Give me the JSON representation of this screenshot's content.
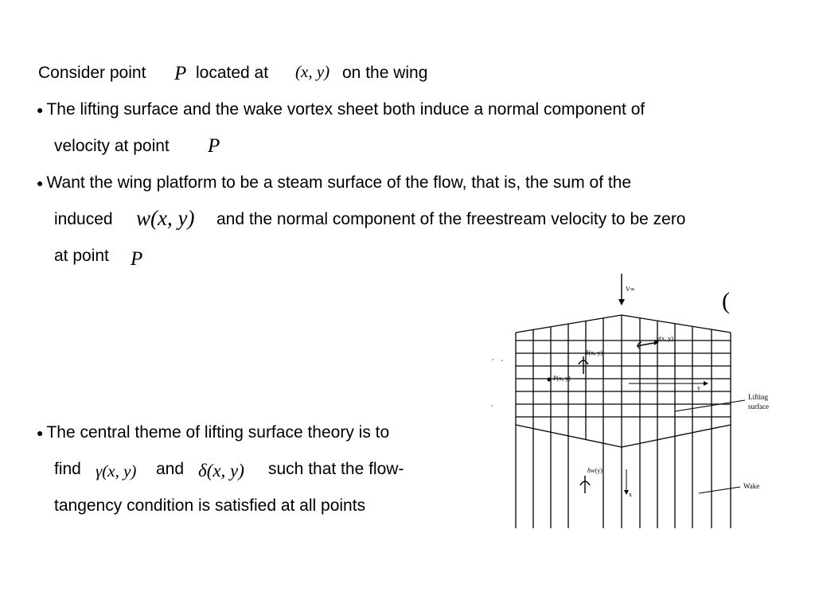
{
  "line1": {
    "pre": "Consider point",
    "P": "P",
    "mid": "located at",
    "xy": "(x, y)",
    "post": "on the wing"
  },
  "bullet1": {
    "line1": "The lifting surface and the wake vortex sheet  both induce a normal component of",
    "line2": "velocity at point",
    "P": "P"
  },
  "bullet2": {
    "line1": "Want the wing platform to be a steam surface of the flow, that is, the sum of the",
    "line2_pre": "induced",
    "w": "w(x, y)",
    "line2_post": "and the normal component of the freestream velocity to be zero",
    "line3": "at point",
    "P": "P"
  },
  "bullet3": {
    "line1": "The central theme of lifting surface theory is to",
    "line2_pre": "find",
    "gamma": "γ(x, y)",
    "and": "and",
    "delta": "δ(x, y)",
    "line2_post": "such that the flow-",
    "line3": "tangency condition is satisfied at all points"
  },
  "diagram": {
    "vinf": "V∞",
    "gamma_label": "γ(x, y)",
    "delta_label": "δ(x, y)",
    "point_label": "P(x, y)",
    "y_axis": "y",
    "x_axis": "x",
    "delta_w_label": "δw(y)",
    "lifting_surface": [
      "Lifting",
      "surface"
    ],
    "wake": "Wake",
    "paren": "("
  },
  "bullet_symbol": "●"
}
